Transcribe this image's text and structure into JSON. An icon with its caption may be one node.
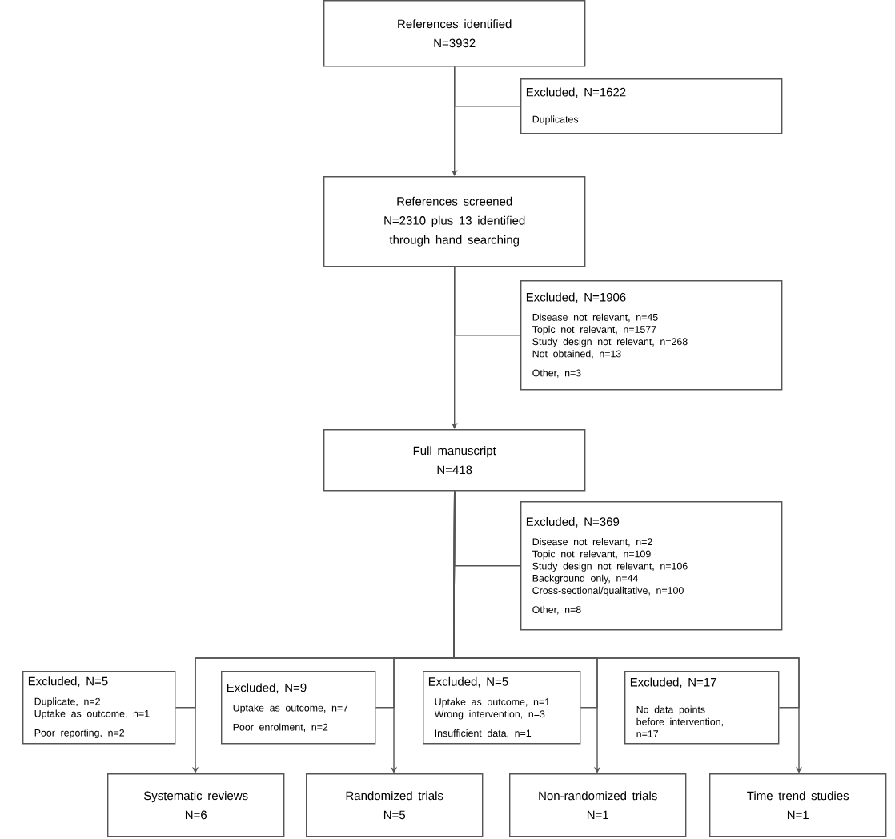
{
  "diagram": {
    "nodes": [
      {
        "text": [
          "References identified",
          "N=3932"
        ]
      },
      {
        "text": [
          "Excluded, N=1622",
          "Duplicates"
        ]
      },
      {
        "text": [
          "References screened",
          "N=2310 plus 13 identified through hand searching"
        ]
      },
      {
        "text": [
          "Excluded, N=1906",
          "Disease not relevant, n=45",
          "Topic not relevant, n=1577",
          "Study design not relevant, n=268",
          "Not obtained, n=13",
          "Other, n=3"
        ]
      },
      {
        "text": [
          "Full manuscript",
          "N=418"
        ]
      },
      {
        "text": [
          "Excluded, N=369",
          "Disease not relevant, n=2",
          "Topic not relevant, n=109",
          "Study design not relevant, n=106",
          "Background only, n=44",
          "Cross-sectional/qualitative, n=100",
          "Other, n=8"
        ]
      },
      {
        "text": [
          "Excluded, N=5",
          "Duplicate, n=2",
          "Uptake as outcome, n=1",
          "Poor reporting, n=2"
        ]
      },
      {
        "text": [
          "Excluded, N=9",
          "Uptake as outcome, n=7",
          "Poor enrolment, n=2"
        ]
      },
      {
        "text": [
          "Excluded, N=5",
          "Uptake as outcome, n=1",
          "Wrong intervention, n=3",
          "Insufficient data, n=1"
        ]
      },
      {
        "text": [
          "Excluded, N=17",
          "No data points before intervention, n=17"
        ]
      },
      {
        "text": [
          "Systematic reviews",
          "N=6"
        ]
      },
      {
        "text": [
          "Randomized trials",
          "N=5"
        ]
      },
      {
        "text": [
          "Non-randomized trials",
          "N=1"
        ]
      },
      {
        "text": [
          "Time trend studies",
          "N=1"
        ]
      }
    ],
    "edges": [
      {
        "from": 0,
        "to": 1,
        "arrow": "none"
      },
      {
        "from": 0,
        "to": 2,
        "arrow": "to"
      },
      {
        "from": 2,
        "to": 3,
        "arrow": "none"
      },
      {
        "from": 2,
        "to": 4,
        "arrow": "to"
      },
      {
        "from": 4,
        "to": 5,
        "arrow": "none"
      },
      {
        "from": 4,
        "to": 6,
        "arrow": "none"
      },
      {
        "from": 4,
        "to": 10,
        "arrow": "to"
      },
      {
        "from": 4,
        "to": 7,
        "arrow": "none"
      },
      {
        "from": 4,
        "to": 11,
        "arrow": "to"
      },
      {
        "from": 4,
        "to": 8,
        "arrow": "none"
      },
      {
        "from": 4,
        "to": 12,
        "arrow": "to"
      },
      {
        "from": 4,
        "to": 9,
        "arrow": "none"
      },
      {
        "from": 4,
        "to": 13,
        "arrow": "to"
      }
    ]
  }
}
